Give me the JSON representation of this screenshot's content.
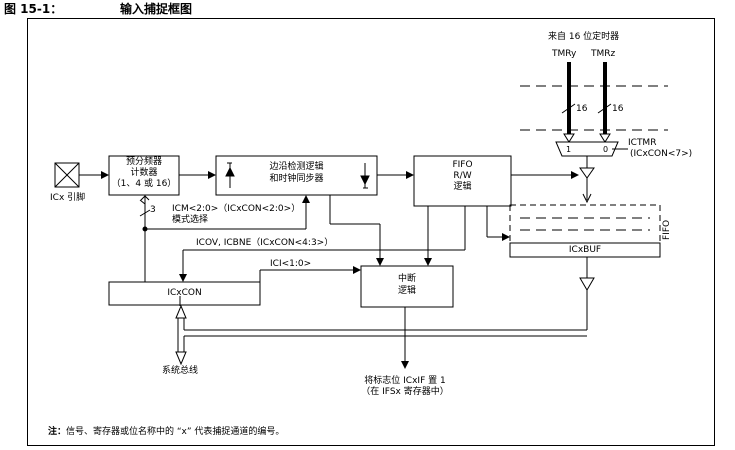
{
  "figure": {
    "number": "图 15-1：",
    "title": "输入捕捉框图"
  },
  "timer_source": {
    "caption": "来自 16 位定时器",
    "tmry": "TMRy",
    "tmrz": "TMRz",
    "bus_width_left": "16",
    "bus_width_right": "16"
  },
  "mux": {
    "input1": "1",
    "input0": "0",
    "select": "ICTMR",
    "select_reg": "(ICxCON<7>)"
  },
  "pin": {
    "label": "ICx 引脚"
  },
  "prescaler": {
    "line1": "预分频器",
    "line2": "计数器",
    "line3": "（1、4 或 16）"
  },
  "edge_detect": {
    "line1": "边沿检测逻辑",
    "line2": "和时钟同步器"
  },
  "mode_select": {
    "bus_width": "3",
    "line1": "ICM<2:0>（ICxCON<2:0>）",
    "line2": "模式选择"
  },
  "fifo_logic": {
    "line1": "FIFO",
    "line2": "R/W",
    "line3": "逻辑"
  },
  "fifo": {
    "label": "FIFO",
    "buffer": "ICxBUF"
  },
  "status_bits": {
    "label": "ICOV, ICBNE（ICxCON<4:3>）"
  },
  "icxcon": {
    "label": "ICxCON"
  },
  "ici": {
    "label": "ICI<1:0>"
  },
  "interrupt": {
    "line1": "中断",
    "line2": "逻辑"
  },
  "system_bus": {
    "label": "系统总线"
  },
  "flag_output": {
    "line1": "将标志位 ICxIF 置 1",
    "line2": "（在 IFSx 寄存器中）"
  },
  "footnote": {
    "prefix": "注：",
    "text": "信号、寄存器或位名称中的 “x” 代表捕捉通道的编号。"
  }
}
